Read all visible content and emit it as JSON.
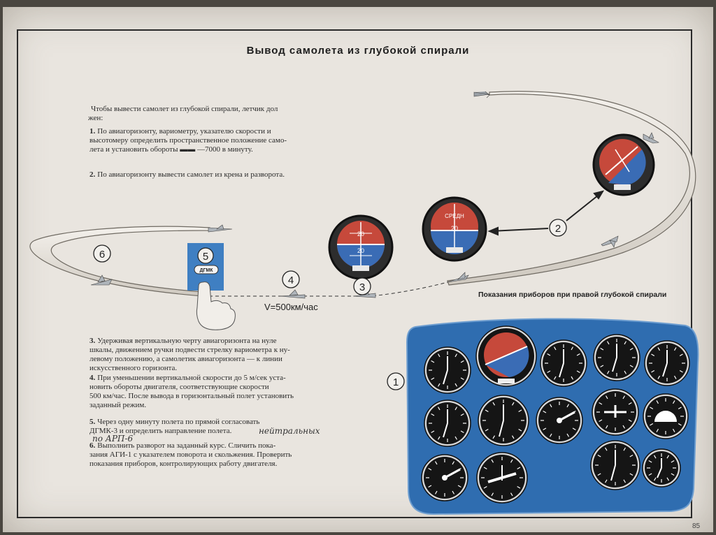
{
  "title": "Вывод самолета из глубокой спирали",
  "intro": {
    "line1": "Чтобы вывести самолет из глубокой спирали, летчик дол",
    "line2": "жен:"
  },
  "steps_top": [
    {
      "num": "1.",
      "lines": [
        "По авиагоризонту, вариометру, указателю скорости и",
        "высотомеру определить пространственное положение само-",
        "лета и установить обороты ▬▬ —7000 в минуту."
      ]
    },
    {
      "num": "2.",
      "lines": [
        "По авиагоризонту вывести самолет из крена и разворота."
      ]
    }
  ],
  "steps_bottom": [
    {
      "num": "3.",
      "lines": [
        "Удерживая вертикальную черту авиагоризонта на нуле",
        "шкалы, движением ручки подвести стрелку вариометра к ну-",
        "левому положению, а самолетик авиагоризонта — к линии",
        "искусственного горизонта."
      ]
    },
    {
      "num": "4.",
      "lines": [
        "При уменьшении вертикальной скорости до 5 м/сек уста-",
        "новить обороты двигателя, соответствующие скорости",
        "500 км/час. После вывода в горизонтальный полет установить",
        "заданный режим."
      ]
    },
    {
      "num": "5.",
      "lines": [
        "Через одну минуту полета по прямой согласовать",
        "ДГМК-3 и определить направление полета."
      ]
    },
    {
      "num": "6.",
      "lines": [
        "Выполнить разворот на заданный курс. Сличить пока-",
        "зания АГИ-1 с указателем поворота и скольжения. Проверить",
        "показания приборов, контролирующих работу двигателя."
      ]
    }
  ],
  "handwriting": {
    "a": "нейтральных",
    "b": "по АРП-6"
  },
  "caption_right": "Показания приборов при правой глубокой спирали",
  "speed_label": "V=500км/час",
  "markers": [
    "1",
    "2",
    "3",
    "4",
    "5",
    "6"
  ],
  "dgmk_label": "ДГМК",
  "gauge_labels": {
    "top": "20",
    "bottom": "20",
    "mid": "СРЕДН"
  },
  "page_number": "85",
  "colors": {
    "paper": "#e9e5df",
    "panel_blue": "#2f6db0",
    "horizon_sky": "#c6493b",
    "horizon_ground": "#3a6cb5",
    "gauge_face": "#161616"
  },
  "icons": [
    "plane-icon",
    "pointing-hand-icon",
    "arrow-icon"
  ]
}
